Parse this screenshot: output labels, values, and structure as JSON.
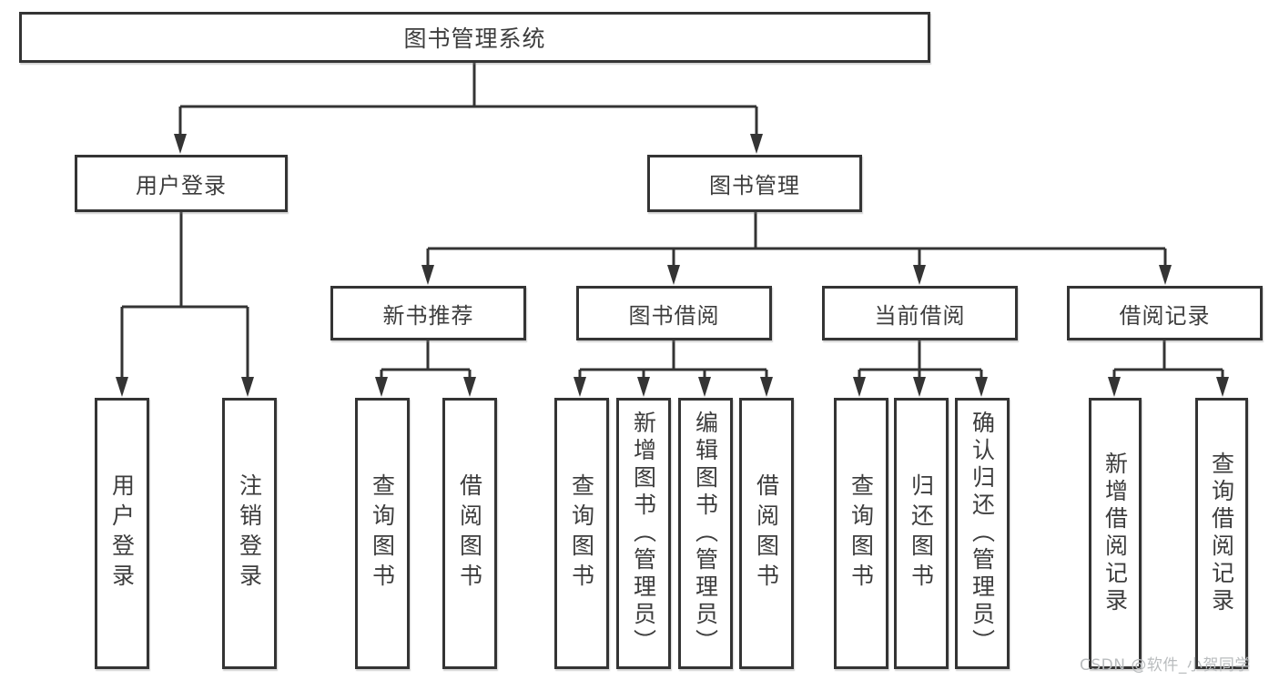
{
  "watermark": "CSDN @软件_小贺同学",
  "colors": {
    "line": "#343434",
    "text": "#3d3d3d",
    "background": "#ffffff",
    "watermark": "#b9bcbe"
  },
  "tree": {
    "root": "图书管理系统",
    "user": {
      "label": "用户登录",
      "children": [
        "用户登录",
        "注销登录"
      ]
    },
    "mgmt": {
      "label": "图书管理",
      "sections": [
        {
          "label": "新书推荐",
          "children": [
            "查询图书",
            "借阅图书"
          ]
        },
        {
          "label": "图书借阅",
          "children": [
            "查询图书",
            "新增图书（管理员）",
            "编辑图书（管理员）",
            "借阅图书"
          ]
        },
        {
          "label": "当前借阅",
          "children": [
            "查询图书",
            "归还图书",
            "确认归还（管理员）"
          ]
        },
        {
          "label": "借阅记录",
          "children": [
            "新增借阅记录",
            "查询借阅记录"
          ]
        }
      ]
    }
  }
}
